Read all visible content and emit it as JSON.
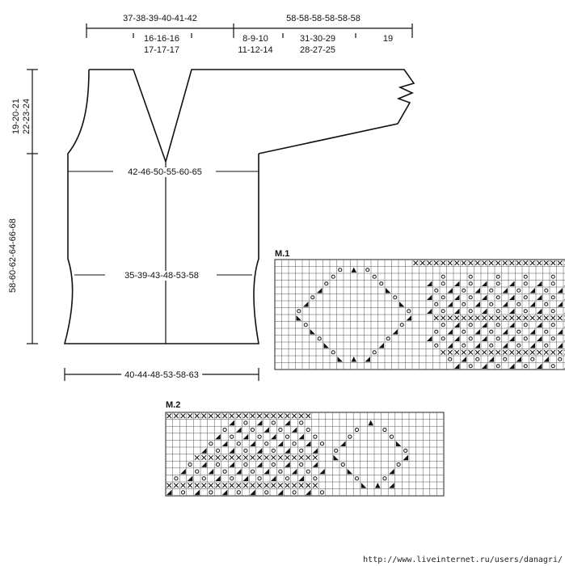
{
  "schematic": {
    "top_left_measure": "37-38-39-40-41-42",
    "top_right_measure": "58-58-58-58-58-58",
    "neck_measure_line1": "16-16-16",
    "neck_measure_line2": "17-17-17",
    "shoulder_measure_line1": "8-9-10",
    "shoulder_measure_line2": "11-12-14",
    "sleeve_mid_line1": "31-30-29",
    "sleeve_mid_line2": "28-27-25",
    "sleeve_cuff": "19",
    "armhole_height_line1": "19-20-21",
    "armhole_height_line2": "22-23-24",
    "total_length": "58-60-62-64-66-68",
    "bust_width": "42-46-50-55-60-65",
    "waist_width": "35-39-43-48-53-58",
    "hem_width": "40-44-48-53-58-63"
  },
  "m1": {
    "title": "M.1",
    "symbols": {
      "x": "cross-symbol",
      "o": "yarn-over-symbol",
      "l": "left-decrease-symbol",
      "r": "right-decrease-symbol",
      "t": "double-decrease-symbol"
    },
    "rows": [
      "                    XXXXXXXXXXXXXXXXXXXXXXXXXXXXXX",
      "         O T O                               ",
      "        O     O         O   O   O   O   O   O   O",
      "       O       O      L O L O L O L O L O L O L O",
      "      L         R      O L O L O L O L O L O L O L",
      "     O           O    L O L O L O L O L O L O L O ",
      "    L             R    O L O L O L O L O L O L O L",
      "   O               O  L O L O L O L O L O L O L O ",
      "   R               L   XXXXXXXXXXXXXXXXXXXXXXXXXX",
      "    O             O     O L O L O L O L O L O L ",
      "     R           L     O L O L O L O L O L O L O",
      "      O         O     L O L O L O L O L O L O L ",
      "       R       L       O L O L O L O L O L O L O",
      "        O     O         XXXXXXXXXXXXXXXXXXXXXXXX",
      "         R T L           O L O L O L O L O L O L",
      "                          L O L O L O L O L O L O"
    ]
  },
  "m2": {
    "title": "M.2",
    "rows": [
      "XXXXXXXXXXXXXXXXXXXXX                         ",
      "         L O L O L O         T               ",
      "        O L O L O L O      O   O              ",
      "       L O L O L O L O    O     O             ",
      "      O L O L O L O L O  L       R            ",
      "     L O L O L O L O L  O         O           ",
      "    XXXXXXXXXXXXXXXXXX  R         L           ",
      "   O L O L O L O L O L   O       O            ",
      "  L O L O L O L O L O L   R     L             ",
      " O L O L O L O L O L O     O   O              ",
      "XXXXXXXXXXXXXXXXXXXXXX      R T L             ",
      "L O L O L O L O L O L O                      "
    ]
  },
  "footer": {
    "watermark": "http://www.liveinternet.ru/users/danagri/"
  }
}
